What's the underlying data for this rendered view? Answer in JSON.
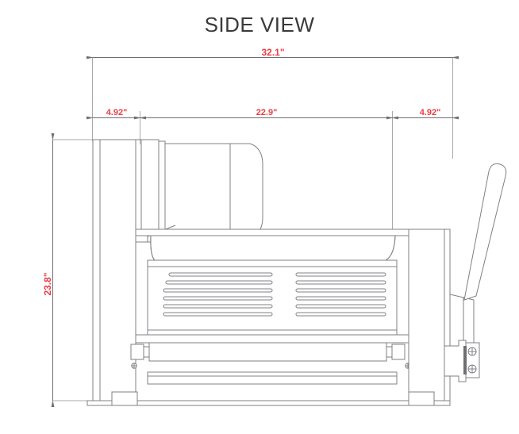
{
  "page": {
    "title": "SIDE VIEW",
    "background_color": "#ffffff",
    "title_color": "#3a3a3c"
  },
  "colors": {
    "dimension_red": "#ec3d45",
    "line_gray": "#808084",
    "line_light": "#a9a9ad",
    "fill_white": "#ffffff"
  },
  "dimensions": {
    "overall_width": "32.1\"",
    "left_segment": "4.92\"",
    "middle_segment": "22.9\"",
    "right_segment": "4.92\"",
    "overall_height": "23.8\""
  },
  "drawing": {
    "name": "dough-sheeter-side-elevation",
    "parts": [
      "motor-housing",
      "hopper-tray",
      "vented-panel",
      "roller-assembly",
      "lever-handle",
      "screw-bracket",
      "base-feet"
    ],
    "vent_slot_groups": 2,
    "vent_slots_per_group": 6,
    "screw_count": 4
  }
}
